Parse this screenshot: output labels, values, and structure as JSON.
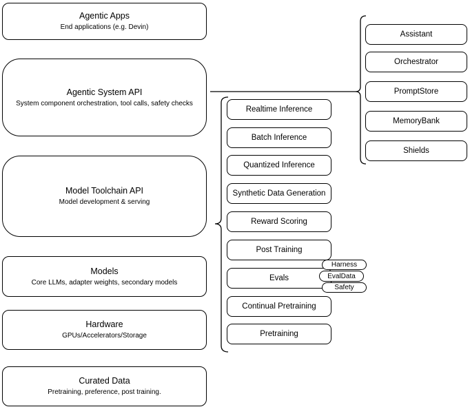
{
  "diagram": {
    "layers": [
      {
        "title": "Agentic Apps",
        "subtitle": "End applications (e.g. Devin)"
      },
      {
        "title": "Agentic System API",
        "subtitle": "System component orchestration, tool calls, safety checks"
      },
      {
        "title": "Model Toolchain API",
        "subtitle": "Model development & serving"
      },
      {
        "title": "Models",
        "subtitle": "Core LLMs, adapter weights, secondary models"
      },
      {
        "title": "Hardware",
        "subtitle": "GPUs/Accelerators/Storage"
      },
      {
        "title": "Curated Data",
        "subtitle": "Pretraining, preference, post training."
      }
    ],
    "toolchain_services": [
      "Realtime Inference",
      "Batch Inference",
      "Quantized Inference",
      "Synthetic Data Generation",
      "Reward Scoring",
      "Post Training",
      "Evals",
      "Continual Pretraining",
      "Pretraining"
    ],
    "evals_pills": [
      "Harness",
      "EvalData",
      "Safety"
    ],
    "system_components": [
      "Assistant",
      "Orchestrator",
      "PromptStore",
      "MemoryBank",
      "Shields"
    ],
    "colors": {
      "stroke": "#000000",
      "fill": "#ffffff",
      "text": "#000000"
    }
  }
}
